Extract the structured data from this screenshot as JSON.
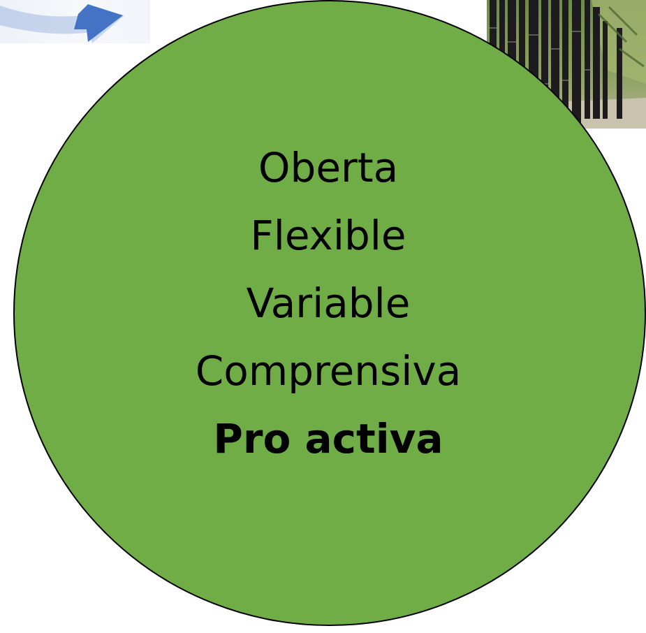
{
  "diagram": {
    "circle": {
      "fill": "#70ad47",
      "stroke": "#000000",
      "lines": [
        {
          "text": "Oberta",
          "bold": false
        },
        {
          "text": "Flexible",
          "bold": false
        },
        {
          "text": "Variable",
          "bold": false
        },
        {
          "text": "Comprensiva",
          "bold": false
        },
        {
          "text": "Pro activa",
          "bold": true
        }
      ]
    },
    "arrow": {
      "icon": "blue-arrow-icon",
      "color": "#4472c4"
    },
    "photo": {
      "icon": "bamboo-photo",
      "subject": "black bamboo"
    }
  }
}
